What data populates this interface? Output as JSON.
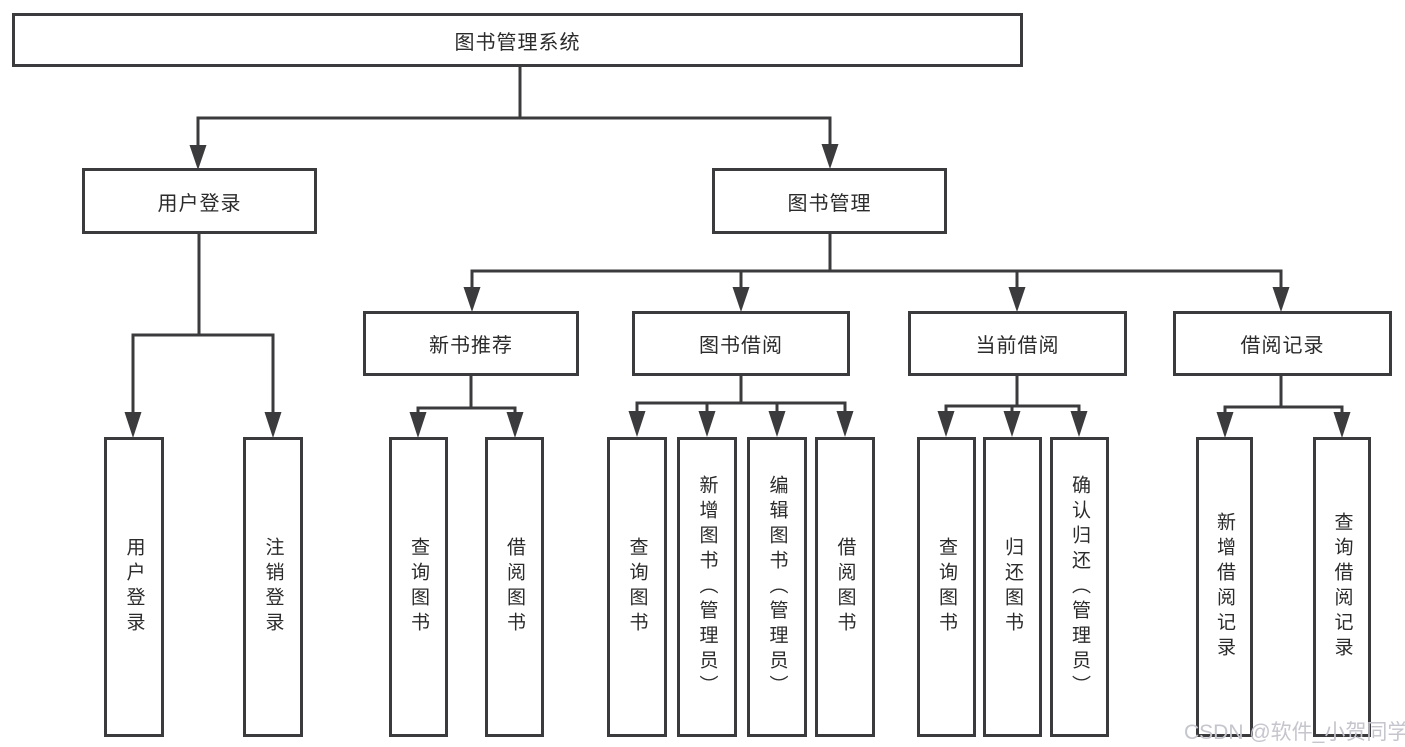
{
  "diagram": {
    "title": "图书管理系统",
    "level2": [
      {
        "id": "user-login",
        "label": "用户登录",
        "parent": "图书管理系统"
      },
      {
        "id": "book-management",
        "label": "图书管理",
        "parent": "图书管理系统"
      }
    ],
    "level3": [
      {
        "id": "new-book-recommend",
        "label": "新书推荐",
        "parent": "图书管理"
      },
      {
        "id": "book-borrow",
        "label": "图书借阅",
        "parent": "图书管理"
      },
      {
        "id": "current-borrow",
        "label": "当前借阅",
        "parent": "图书管理"
      },
      {
        "id": "borrow-records",
        "label": "借阅记录",
        "parent": "图书管理"
      }
    ],
    "leaves": [
      {
        "label": "用户登录",
        "parent": "用户登录"
      },
      {
        "label": "注销登录",
        "parent": "用户登录"
      },
      {
        "label": "查询图书",
        "parent": "新书推荐"
      },
      {
        "label": "借阅图书",
        "parent": "新书推荐"
      },
      {
        "label": "查询图书",
        "parent": "图书借阅"
      },
      {
        "label": "新增图书（管理员）",
        "parent": "图书借阅"
      },
      {
        "label": "编辑图书（管理员）",
        "parent": "图书借阅"
      },
      {
        "label": "借阅图书",
        "parent": "图书借阅"
      },
      {
        "label": "查询图书",
        "parent": "当前借阅"
      },
      {
        "label": "归还图书",
        "parent": "当前借阅"
      },
      {
        "label": "确认归还（管理员）",
        "parent": "当前借阅"
      },
      {
        "label": "新增借阅记录",
        "parent": "借阅记录"
      },
      {
        "label": "查询借阅记录",
        "parent": "借阅记录"
      }
    ]
  },
  "colors": {
    "line": "#3b3b3e",
    "text": "#2b2b2b",
    "watermark": "#c5c5cd"
  },
  "watermark": "CSDN @软件_小贺同学"
}
